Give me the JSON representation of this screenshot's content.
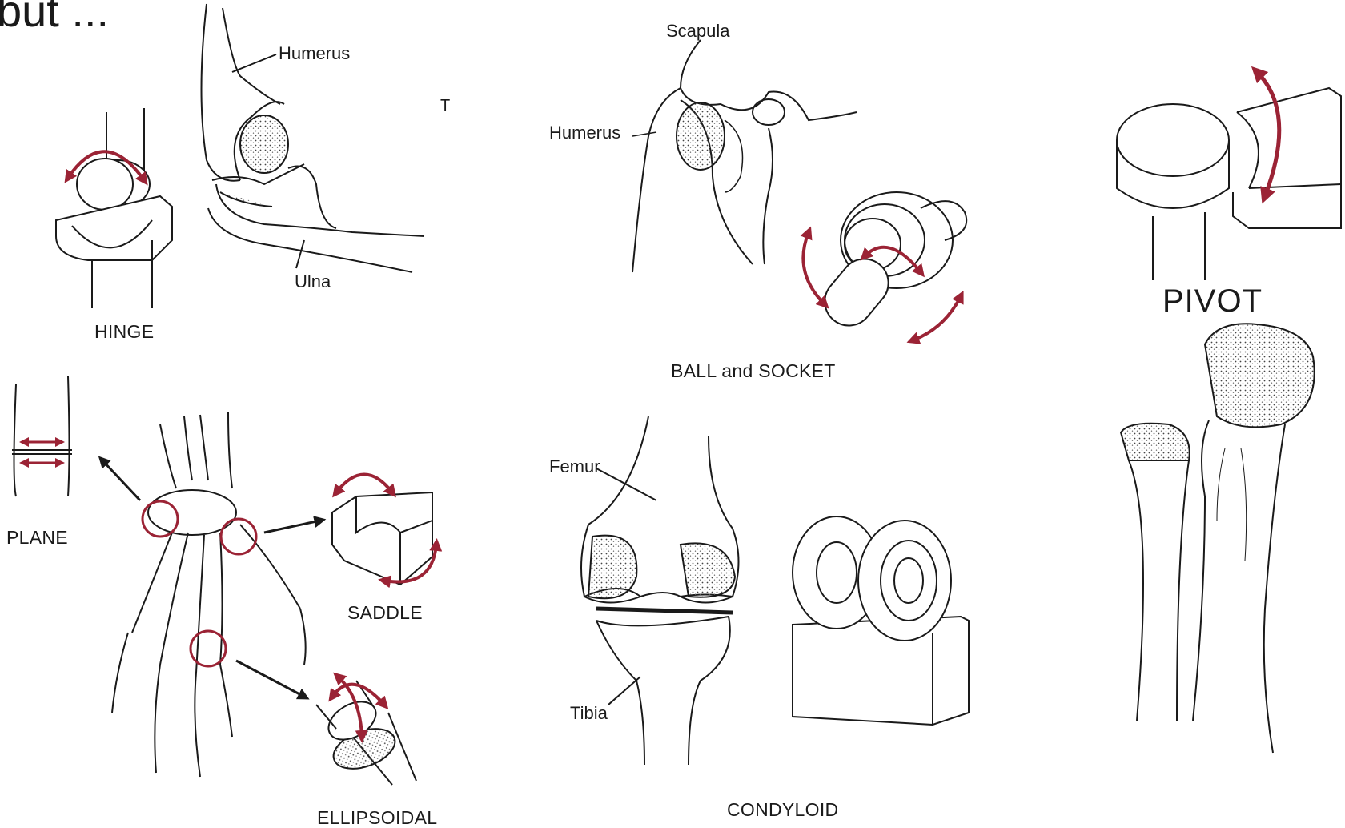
{
  "slide_heading": "but ...",
  "stray_mark": "T",
  "colors": {
    "ink": "#1a1a1a",
    "arrow": "#9b2335",
    "stipple": "#555555"
  },
  "hinge": {
    "caption": "HINGE",
    "humerus_label": "Humerus",
    "ulna_label": "Ulna"
  },
  "ball_socket": {
    "caption": "BALL and SOCKET",
    "scapula_label": "Scapula",
    "humerus_label": "Humerus"
  },
  "pivot": {
    "caption": "PIVOT"
  },
  "plane": {
    "caption": "PLANE"
  },
  "saddle": {
    "caption": "SADDLE"
  },
  "ellipsoidal": {
    "caption": "ELLIPSOIDAL"
  },
  "condyloid": {
    "caption": "CONDYLOID",
    "femur_label": "Femur",
    "tibia_label": "Tibia"
  }
}
